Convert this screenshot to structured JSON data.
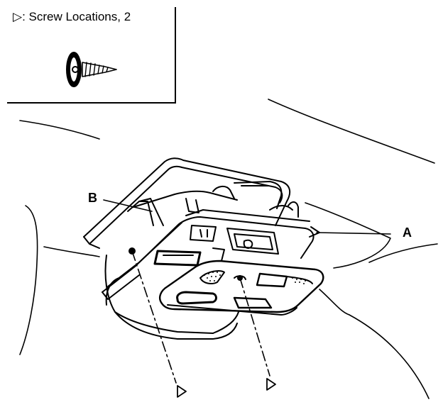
{
  "legend": {
    "text": "▷: Screw Locations, 2"
  },
  "callouts": {
    "a": "A",
    "b": "B"
  },
  "icons": {
    "screw": "screw-icon",
    "screw_marker": "triangle-marker-icon"
  },
  "colors": {
    "line": "#000000",
    "background": "#ffffff"
  }
}
